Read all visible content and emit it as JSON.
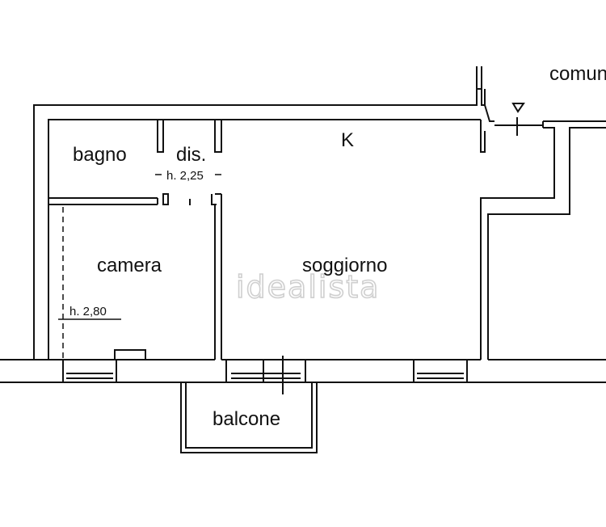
{
  "rooms": {
    "bagno": "bagno",
    "dis": "dis.",
    "kitchen": "K",
    "camera": "camera",
    "soggiorno": "soggiorno",
    "balcone": "balcone",
    "common": "comun"
  },
  "heights": {
    "dis": "h. 2,25",
    "camera": "h. 2,80"
  },
  "watermark": "idealista",
  "colors": {
    "line": "#111111",
    "watermark": "#cfcfcf",
    "background": "#ffffff"
  }
}
